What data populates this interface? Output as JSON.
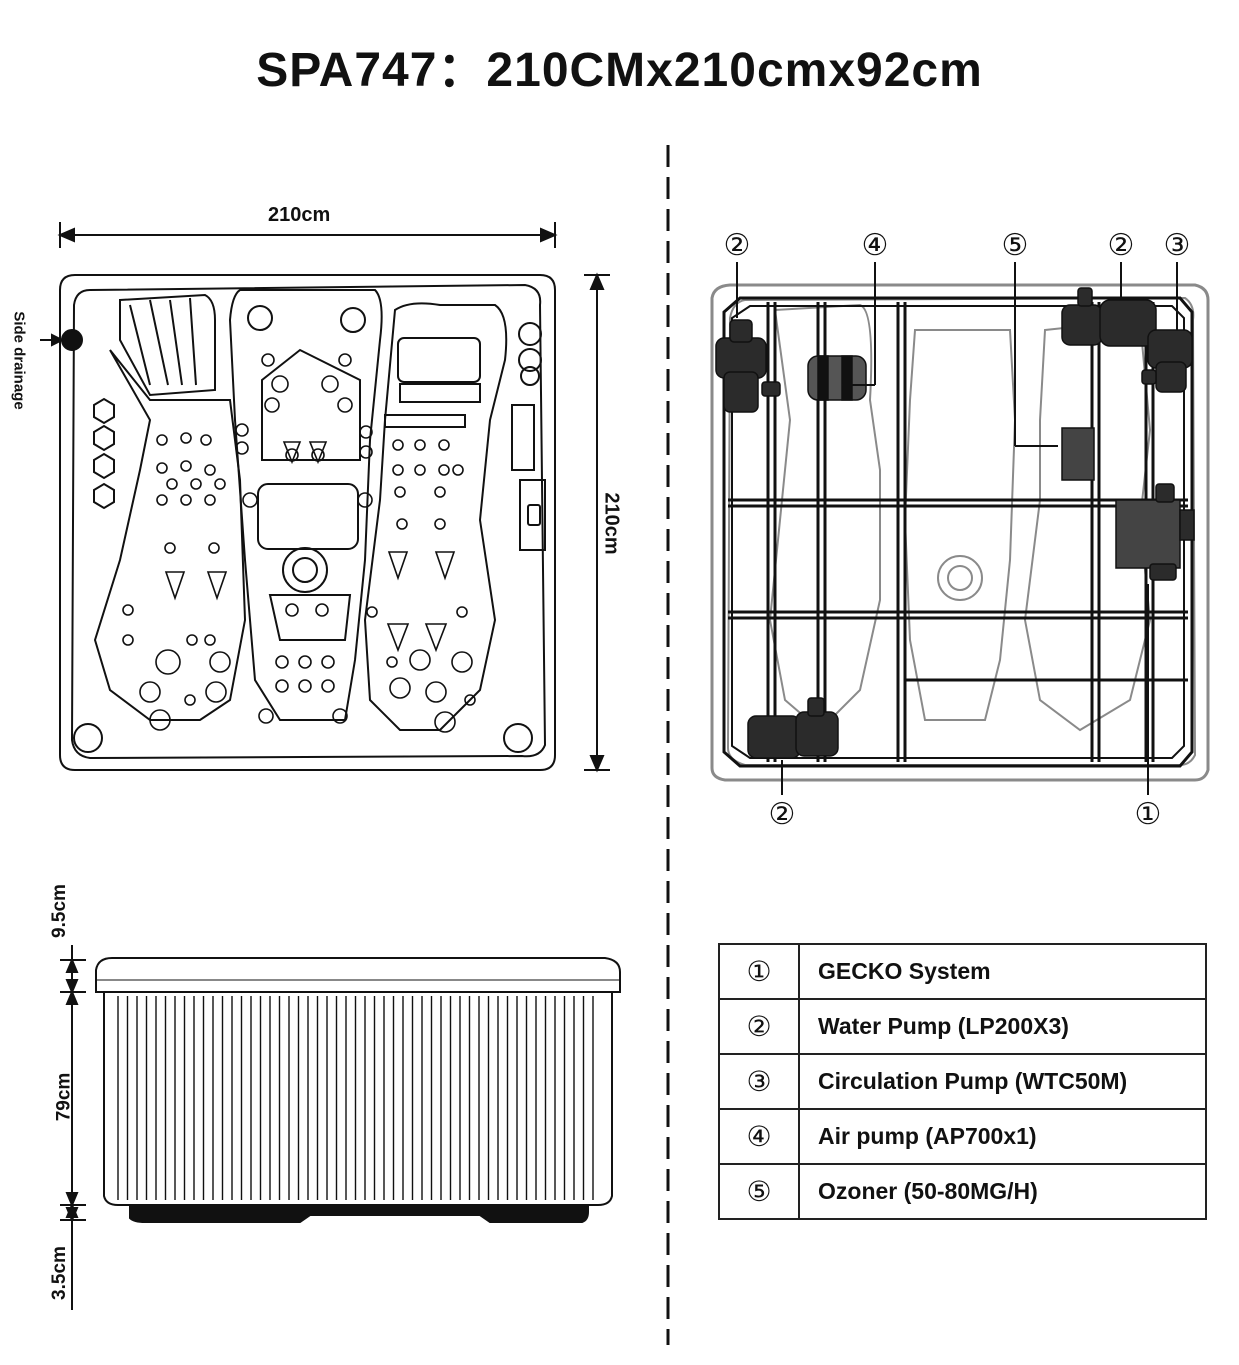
{
  "title": "SPA747：210CMx210cmx92cm",
  "top_view": {
    "width_label": "210cm",
    "length_label": "210cm",
    "side_drainage_label": "Side drainage"
  },
  "side_view": {
    "dim_top": "9.5cm",
    "dim_middle": "79cm",
    "dim_bottom": "3.5cm"
  },
  "equipment_callouts": {
    "top_row": [
      "②",
      "④",
      "⑤",
      "②",
      "③"
    ],
    "bottom_left": "②",
    "bottom_right": "①"
  },
  "legend": [
    {
      "num": "①",
      "text": "GECKO System"
    },
    {
      "num": "②",
      "text": "Water Pump (LP200X3)"
    },
    {
      "num": "③",
      "text": "Circulation Pump (WTC50M)"
    },
    {
      "num": "④",
      "text": "Air pump (AP700x1)"
    },
    {
      "num": "⑤",
      "text": "Ozoner (50-80MG/H)"
    }
  ],
  "colors": {
    "line": "#111111",
    "frame_gray": "#8a8a8a",
    "pump_dark": "#2b2b2b"
  }
}
